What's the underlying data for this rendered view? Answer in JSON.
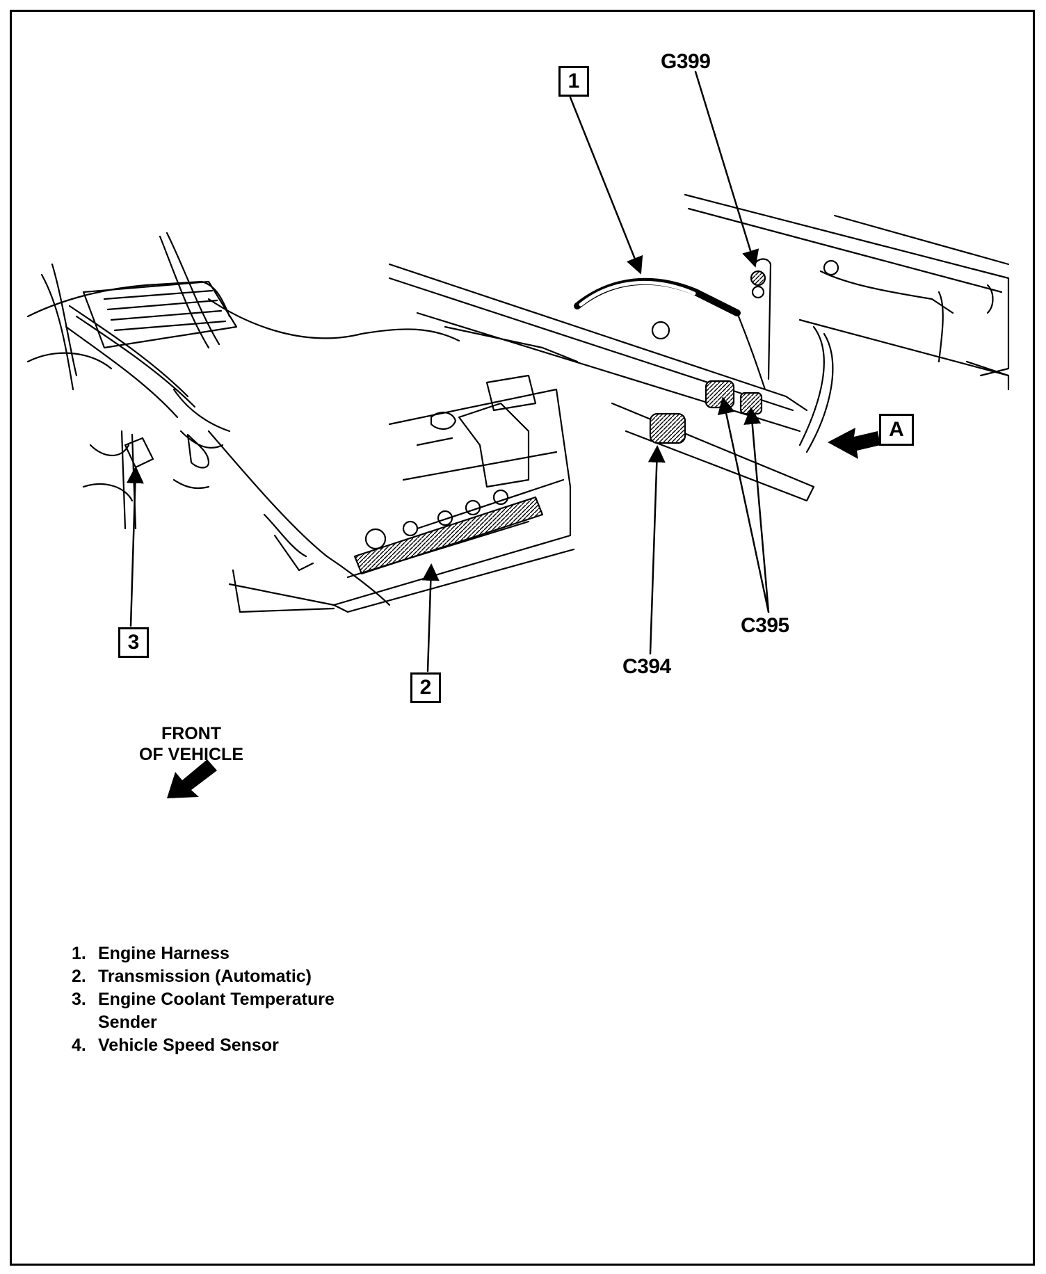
{
  "callouts": [
    "1",
    "2",
    "3"
  ],
  "view_label": "A",
  "connectors": {
    "ground": "G399",
    "c395": "C395",
    "c394": "C394"
  },
  "direction": {
    "line1": "FRONT",
    "line2": "OF VEHICLE"
  },
  "legend": [
    {
      "num": "1.",
      "text": "Engine Harness"
    },
    {
      "num": "2.",
      "text": "Transmission (Automatic)"
    },
    {
      "num": "3.",
      "text": "Engine Coolant Temperature Sender"
    },
    {
      "num": "4.",
      "text": "Vehicle Speed Sensor"
    }
  ]
}
